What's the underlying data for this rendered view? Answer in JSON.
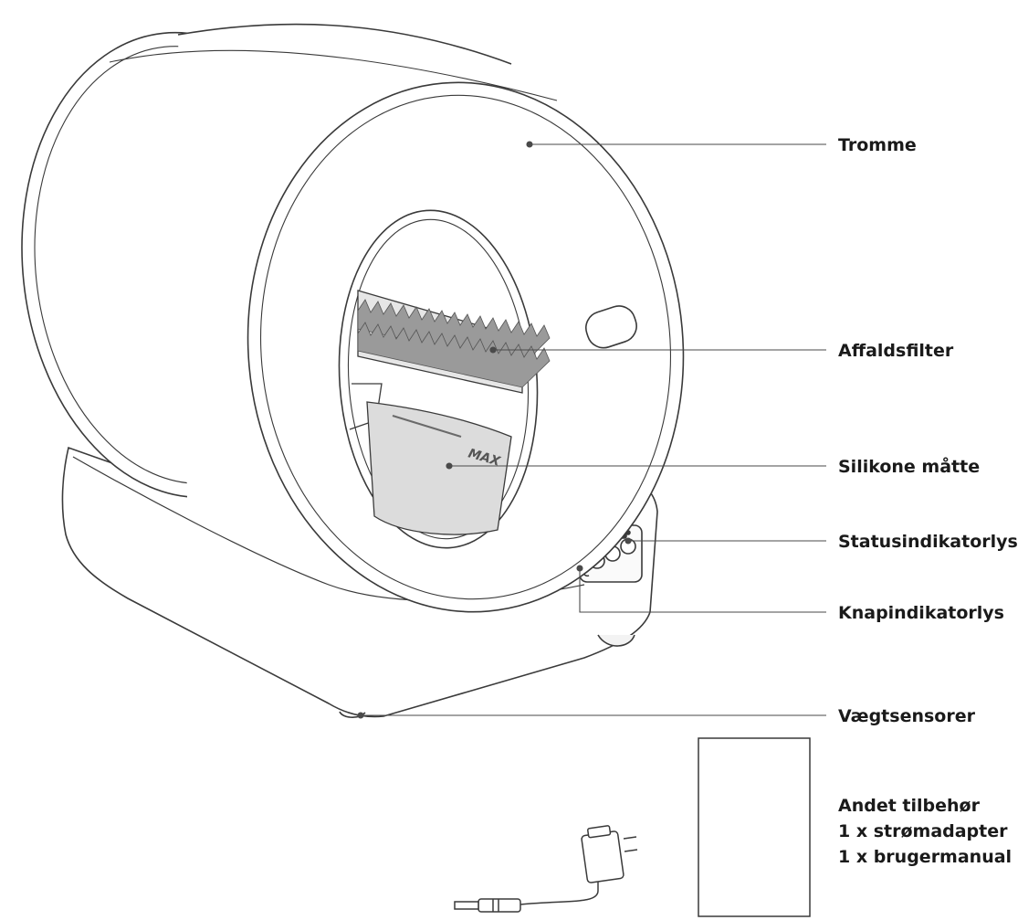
{
  "labels": {
    "drum": "Tromme",
    "waste_filter": "Affaldsfilter",
    "silicone_mat": "Silikone måtte",
    "status_lights": "Statusindikatorlys",
    "button_lights": "Knapindikatorlys",
    "weight_sensors": "Vægtsensorer"
  },
  "max_marker": "MAX",
  "accessories": {
    "heading": "Andet tilbehør",
    "items": [
      "1 x strømadapter",
      "1 x brugermanual"
    ]
  }
}
